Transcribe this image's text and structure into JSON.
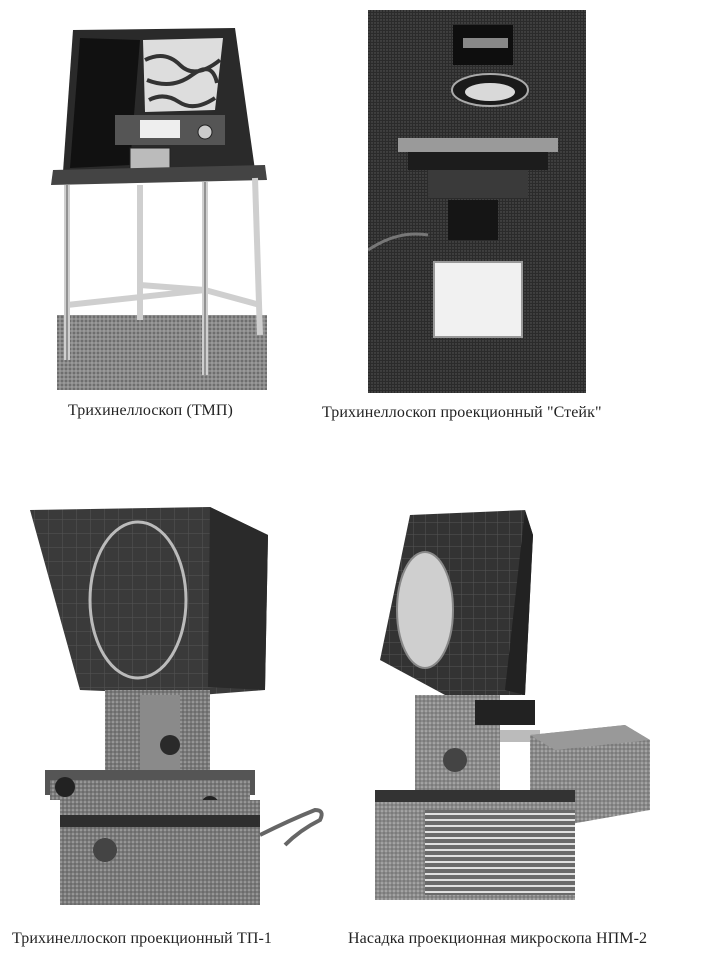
{
  "figures": [
    {
      "caption": "Трихинеллоскоп (ТМП)"
    },
    {
      "caption": "Трихинеллоскоп проекционный \"Стейк\""
    },
    {
      "caption": "Трихинеллоскоп проекционный ТП-1"
    },
    {
      "caption": "Насадка проекционная микроскопа НПМ-2"
    }
  ]
}
